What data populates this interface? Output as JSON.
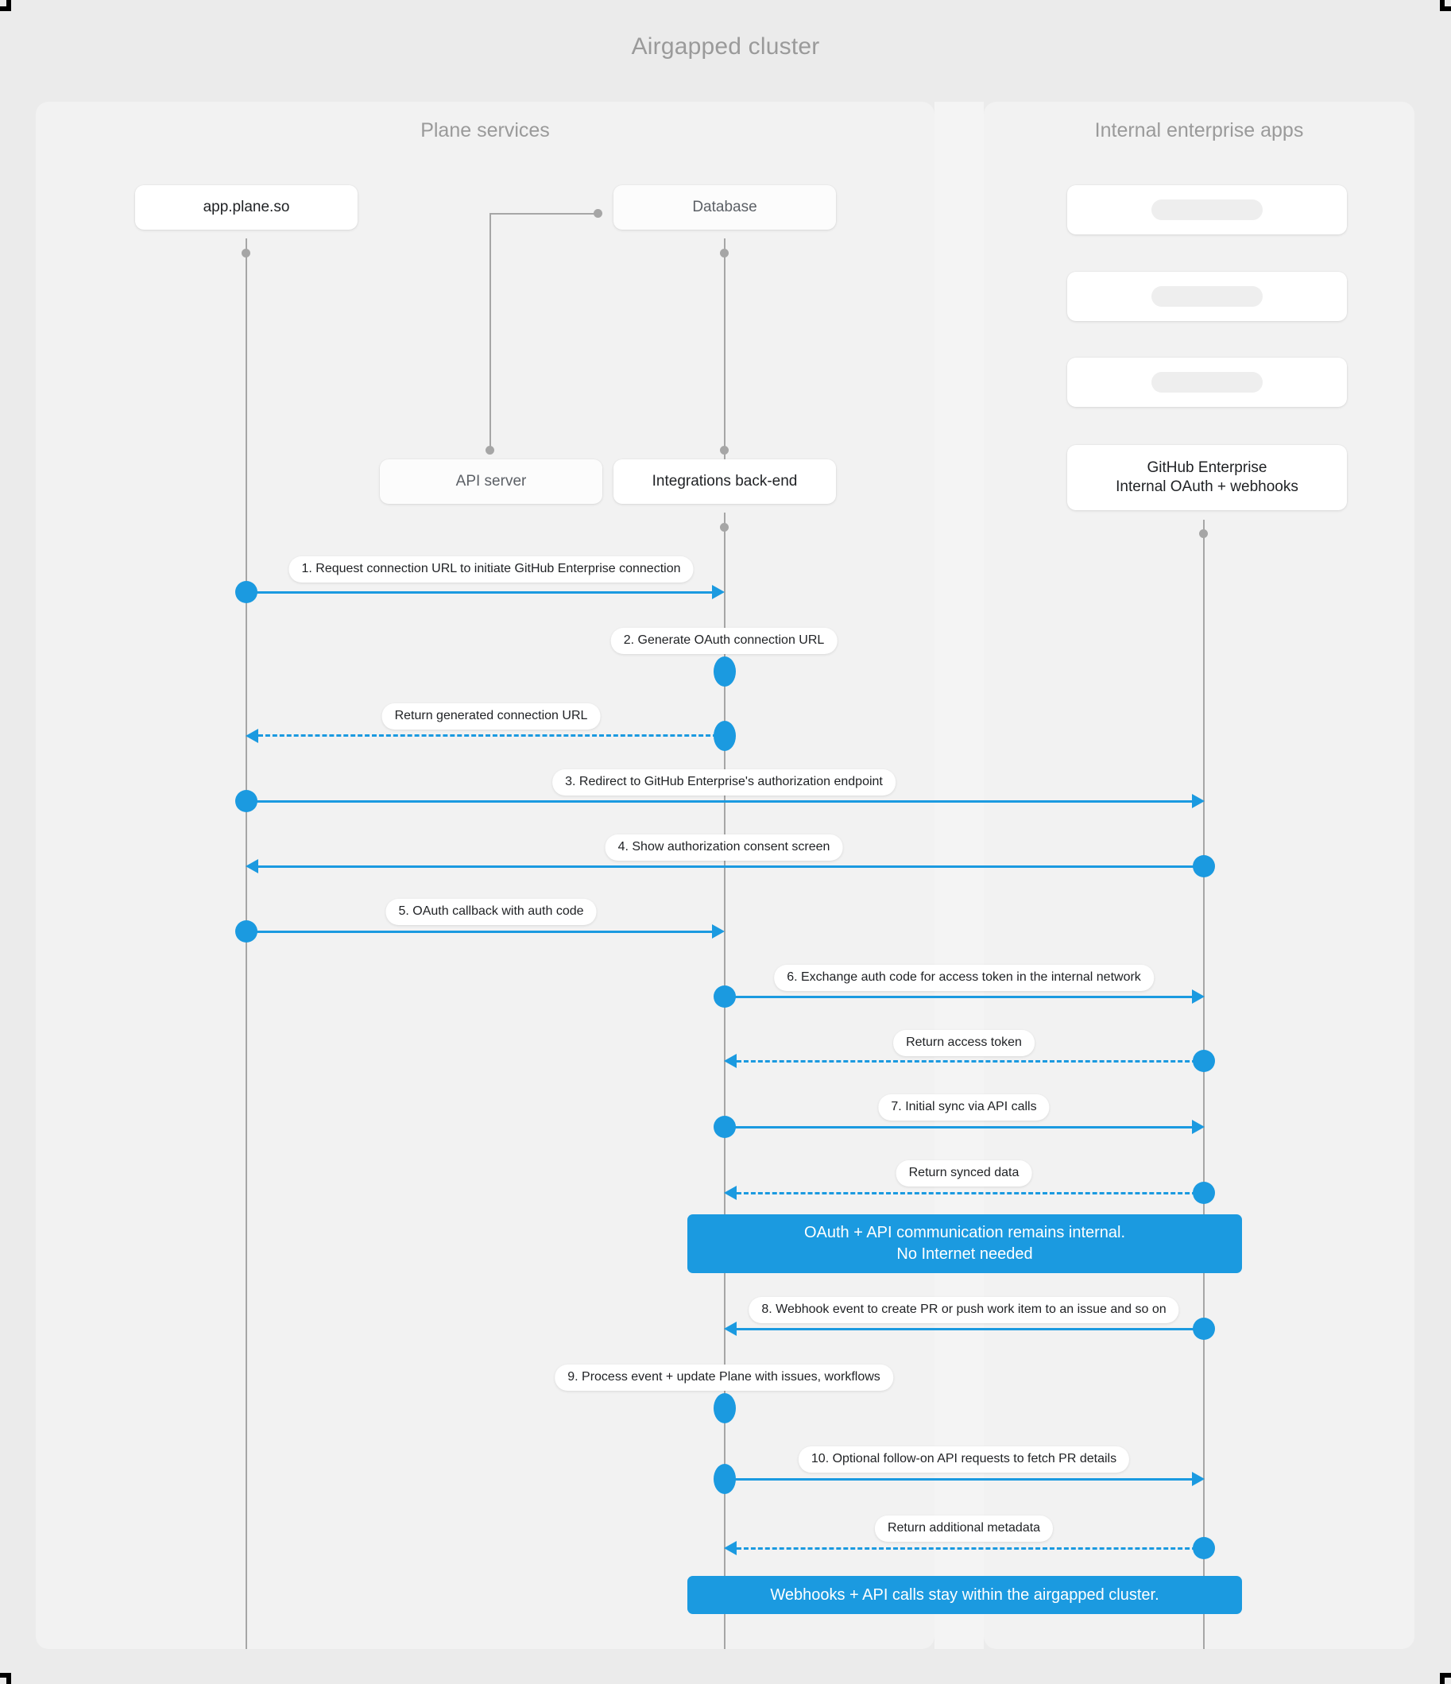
{
  "diagram": {
    "title": "Airgapped cluster",
    "accent_color": "#1b9ae0",
    "lifeline_color": "#a6a6a6",
    "panel_background": "#f2f2f2",
    "canvas_background": "#ebebeb"
  },
  "panels": [
    {
      "id": "plane-services",
      "title": "Plane services"
    },
    {
      "id": "internal-enterprise-apps",
      "title": "Internal enterprise apps"
    }
  ],
  "participants": [
    {
      "id": "app",
      "label": "app.plane.so"
    },
    {
      "id": "database",
      "label": "Database"
    },
    {
      "id": "api",
      "label": "API server"
    },
    {
      "id": "integrations",
      "label": "Integrations back-end"
    },
    {
      "id": "github",
      "label_line1": "GitHub Enterprise",
      "label_line2": "Internal OAuth + webhooks"
    }
  ],
  "placeholder_boxes": [
    {
      "id": "placeholder-1"
    },
    {
      "id": "placeholder-2"
    },
    {
      "id": "placeholder-3"
    }
  ],
  "messages": [
    {
      "n": 1,
      "label": "1. Request connection URL to initiate GitHub Enterprise connection",
      "from": "app",
      "to": "integrations",
      "style": "solid",
      "dir": "right"
    },
    {
      "n": 2,
      "label": "2. Generate OAuth connection URL",
      "from": "integrations",
      "to": "integrations",
      "style": "self",
      "dir": "self"
    },
    {
      "n": 3,
      "label": "Return generated connection URL",
      "from": "integrations",
      "to": "app",
      "style": "dashed",
      "dir": "left"
    },
    {
      "n": 4,
      "label": "3. Redirect to GitHub Enterprise's authorization endpoint",
      "from": "app",
      "to": "github",
      "style": "solid",
      "dir": "right"
    },
    {
      "n": 5,
      "label": "4. Show authorization consent screen",
      "from": "github",
      "to": "app",
      "style": "solid",
      "dir": "left"
    },
    {
      "n": 6,
      "label": "5. OAuth callback with auth code",
      "from": "app",
      "to": "integrations",
      "style": "solid",
      "dir": "right"
    },
    {
      "n": 7,
      "label": "6. Exchange auth code for access token in the internal network",
      "from": "integrations",
      "to": "github",
      "style": "solid",
      "dir": "right"
    },
    {
      "n": 8,
      "label": "Return access token",
      "from": "github",
      "to": "integrations",
      "style": "dashed",
      "dir": "left"
    },
    {
      "n": 9,
      "label": "7. Initial sync via API calls",
      "from": "integrations",
      "to": "github",
      "style": "solid",
      "dir": "right"
    },
    {
      "n": 10,
      "label": "Return synced data",
      "from": "github",
      "to": "integrations",
      "style": "dashed",
      "dir": "left"
    },
    {
      "n": 11,
      "label": "8. Webhook event to create PR  or push work item to an issue  and so on",
      "from": "github",
      "to": "integrations",
      "style": "solid",
      "dir": "left"
    },
    {
      "n": 12,
      "label": "9. Process event + update Plane with issues, workflows",
      "from": "integrations",
      "to": "integrations",
      "style": "self",
      "dir": "self"
    },
    {
      "n": 13,
      "label": "10. Optional follow-on API requests to fetch PR details",
      "from": "integrations",
      "to": "github",
      "style": "solid",
      "dir": "right"
    },
    {
      "n": 14,
      "label": "Return additional metadata",
      "from": "github",
      "to": "integrations",
      "style": "dashed",
      "dir": "left"
    }
  ],
  "notes": [
    {
      "id": "note-internal",
      "line1": "OAuth + API communication remains internal.",
      "line2": "No Internet needed"
    },
    {
      "id": "note-airgapped",
      "line1": "Webhooks + API calls stay within the airgapped cluster.",
      "line2": ""
    }
  ]
}
